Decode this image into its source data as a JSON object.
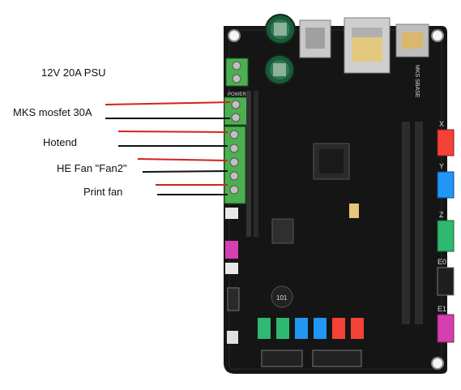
{
  "labels": {
    "psu": "12V 20A PSU",
    "mosfet": "MKS mosfet 30A",
    "hotend": "Hotend",
    "he_fan": "HE Fan \"Fan2\"",
    "print_fan": "Print fan"
  },
  "board": {
    "power_label": "POWER",
    "board_name": "MKS SBASE",
    "chip_label": "101",
    "axis_labels": [
      "X",
      "Y",
      "Z",
      "E0",
      "E1"
    ]
  },
  "colors": {
    "wire_positive": "#d42020",
    "wire_negative": "#111111",
    "pcb": "#161616",
    "terminal_green": "#4caf50",
    "connector_red": "#f44336",
    "connector_blue": "#2196f3",
    "connector_green": "#2eb872",
    "connector_pink": "#d63fb0"
  },
  "icons": {
    "capacitor": "electrolytic-capacitor-icon",
    "usb": "usb-port-icon",
    "ethernet": "ethernet-port-icon",
    "sd": "sd-card-slot-icon"
  }
}
